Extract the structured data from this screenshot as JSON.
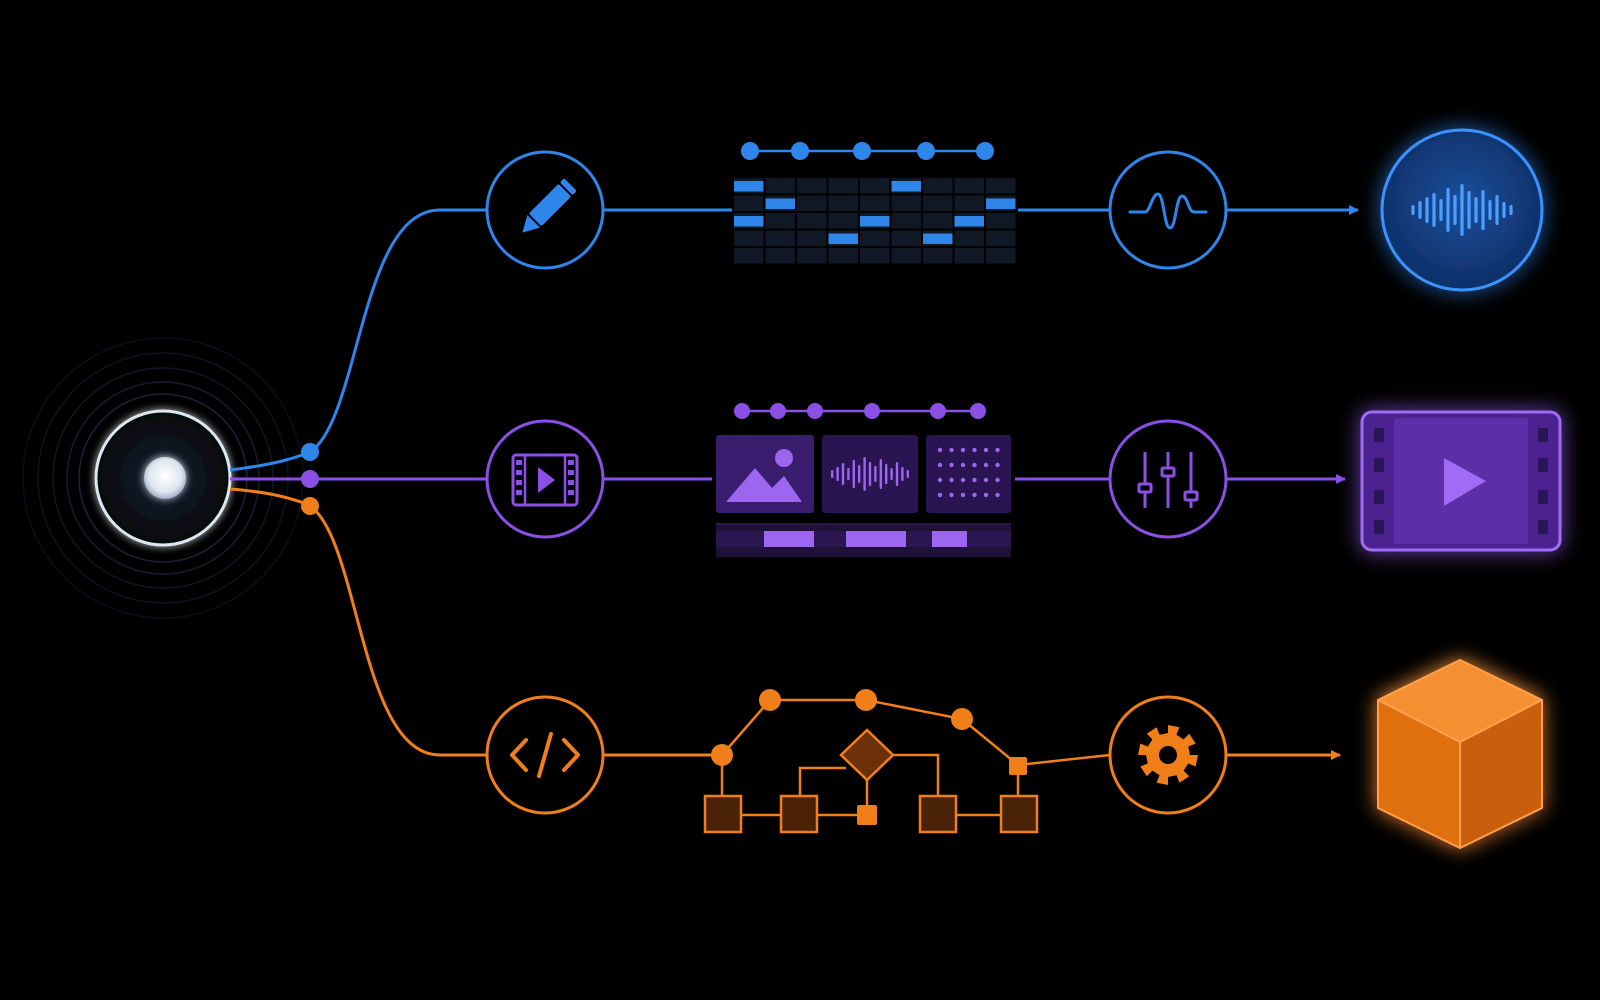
{
  "colors": {
    "background": "#000000",
    "audio": "#2f86ea",
    "video": "#8b4fe6",
    "code": "#f07f1a",
    "source": "#e8eef6"
  },
  "source": {
    "icon": "source-orb-icon"
  },
  "pipelines": [
    {
      "id": "audio",
      "color_key": "audio",
      "input_icon": "pencil-icon",
      "process": "step-sequencer-grid",
      "transform_icon": "sine-wave-icon",
      "output_icon": "audio-waveform-icon"
    },
    {
      "id": "video",
      "color_key": "video",
      "input_icon": "film-clip-icon",
      "process": "media-timeline",
      "transform_icon": "mixer-sliders-icon",
      "output_icon": "video-player-icon"
    },
    {
      "id": "code",
      "color_key": "code",
      "input_icon": "code-brackets-icon",
      "process": "node-graph",
      "transform_icon": "gear-icon",
      "output_icon": "cube-icon"
    }
  ]
}
